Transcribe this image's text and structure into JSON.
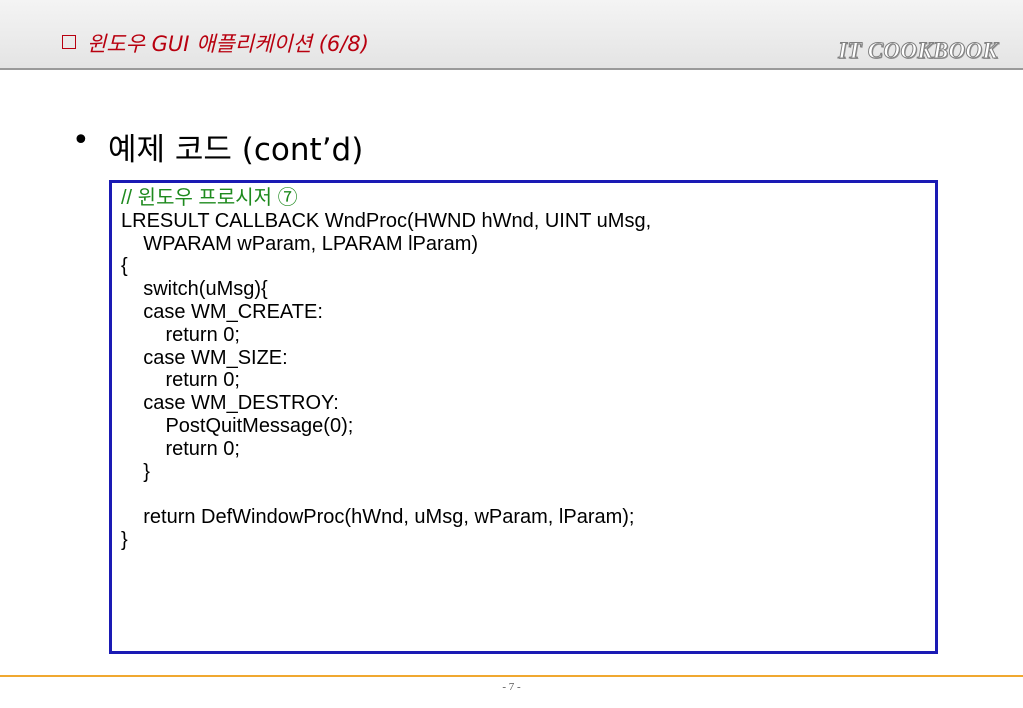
{
  "header": {
    "title": "윈도우 GUI 애플리케이션 (6/8)",
    "brand": "IT COOKBOOK"
  },
  "bullet": {
    "symbol": "•",
    "text": "예제 코드 (cont’d)"
  },
  "code": {
    "lines": [
      "// 윈도우 프로시저 ⑦",
      "LRESULT CALLBACK WndProc(HWND hWnd, UINT uMsg,",
      "    WPARAM wParam, LPARAM lParam)",
      "{",
      "    switch(uMsg){",
      "    case WM_CREATE:",
      "        return 0;",
      "    case WM_SIZE:",
      "        return 0;",
      "    case WM_DESTROY:",
      "        PostQuitMessage(0);",
      "        return 0;",
      "    }",
      "",
      "    return DefWindowProc(hWnd, uMsg, wParam, lParam);",
      "}"
    ]
  },
  "footer": {
    "page": "- 7 -"
  }
}
